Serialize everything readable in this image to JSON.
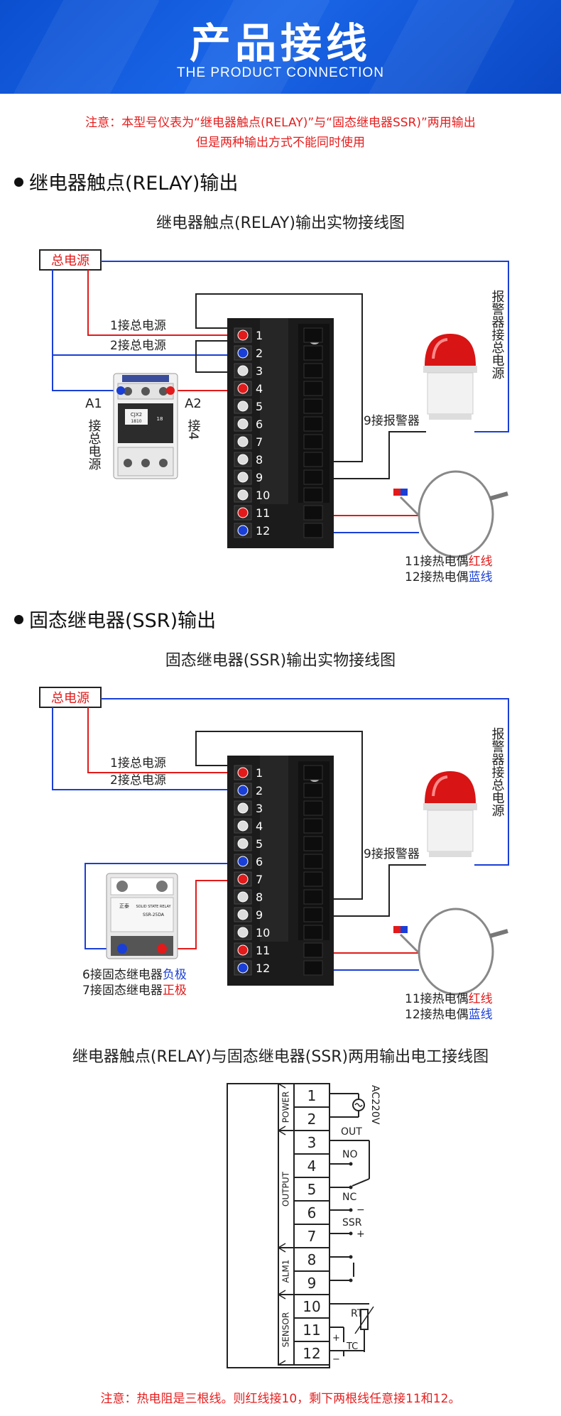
{
  "header": {
    "title": "产品接线",
    "subtitle": "THE PRODUCT CONNECTION"
  },
  "notice": {
    "line1": "注意：本型号仪表为“继电器触点(RELAY)”与“固态继电器SSR)”两用输出",
    "line2": "但是两种输出方式不能同时使用"
  },
  "relay_section": {
    "title": "继电器触点(RELAY)输出",
    "caption": "继电器触点(RELAY)输出实物接线图",
    "power_label": "总电源",
    "labels": {
      "t1": "1接总电源",
      "t2": "2接总电源",
      "a1": "A1",
      "a1_desc": "接总电源",
      "a2": "A2",
      "a2_desc": "接4",
      "alarm_power": "报警器接总电源",
      "t9": "9接报警器",
      "t11_prefix": "11接热电偶",
      "t11_color": "红线",
      "t12_prefix": "12接热电偶",
      "t12_color": "蓝线"
    },
    "contactor_text": {
      "model": "CJX2",
      "code": "1810",
      "num": "18"
    },
    "terminals": [
      "1",
      "2",
      "3",
      "4",
      "5",
      "6",
      "7",
      "8",
      "9",
      "10",
      "11",
      "12"
    ]
  },
  "ssr_section": {
    "title": "固态继电器(SSR)输出",
    "caption": "固态继电器(SSR)输出实物接线图",
    "power_label": "总电源",
    "labels": {
      "t1": "1接总电源",
      "t2": "2接总电源",
      "alarm_power": "报警器接总电源",
      "t9": "9接报警器",
      "t6_prefix": "6接固态继电器",
      "t6_color": "负极",
      "t7_prefix": "7接固态继电器",
      "t7_color": "正极",
      "t11_prefix": "11接热电偶",
      "t11_color": "红线",
      "t12_prefix": "12接热电偶",
      "t12_color": "蓝线"
    },
    "ssr_text": {
      "brand": "正泰",
      "type": "SOLID STATE RELAY",
      "model": "SSR-25DA"
    },
    "terminals": [
      "1",
      "2",
      "3",
      "4",
      "5",
      "6",
      "7",
      "8",
      "9",
      "10",
      "11",
      "12"
    ]
  },
  "schematic": {
    "caption": "继电器触点(RELAY)与固态继电器(SSR)两用输出电工接线图",
    "groups": [
      "POWER",
      "OUTPUT",
      "ALM1",
      "SENSOR"
    ],
    "terminals": [
      "1",
      "2",
      "3",
      "4",
      "5",
      "6",
      "7",
      "8",
      "9",
      "10",
      "11",
      "12"
    ],
    "labels": {
      "ac": "AC220V",
      "out": "OUT",
      "no": "NO",
      "nc": "NC",
      "ssr": "SSR",
      "minus": "−",
      "plus": "+",
      "rt": "RT",
      "tc": "TC",
      "tc_plus": "+",
      "tc_minus": "−"
    }
  },
  "footer_note": "注意：热电阻是三根线。则红线接10，剩下两根线任意接11和12。",
  "colors": {
    "red": "#e21a1a",
    "blue": "#1a3fd6",
    "header": "#1159dc"
  }
}
